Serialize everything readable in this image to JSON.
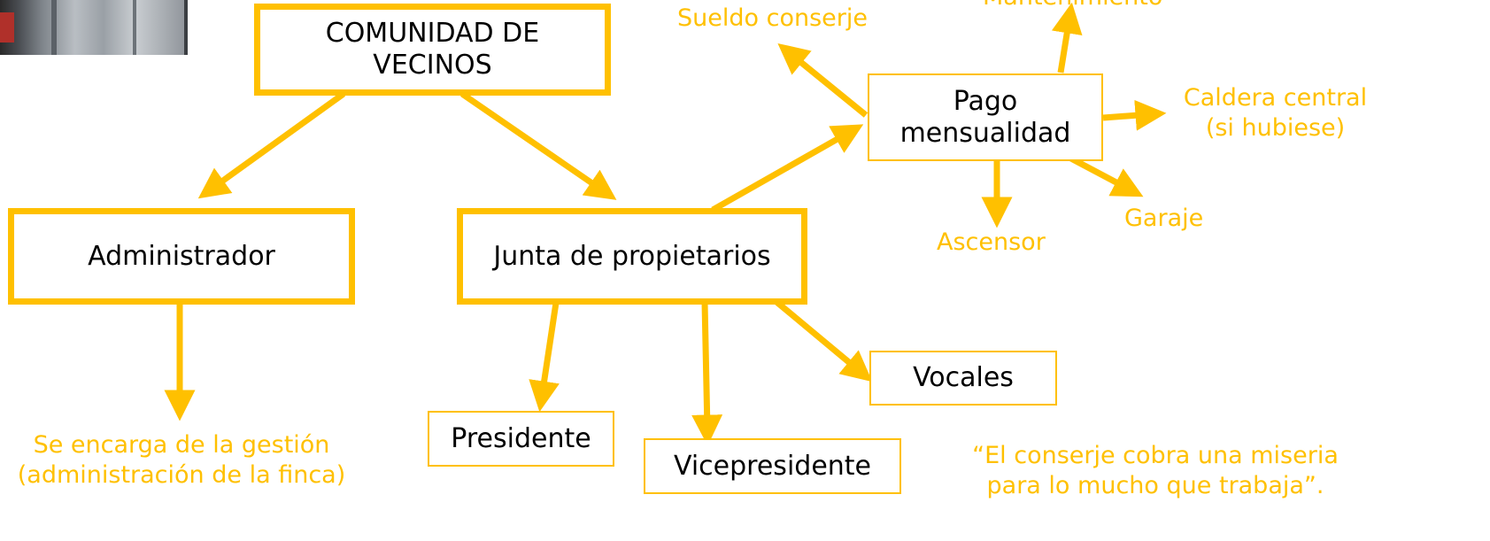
{
  "root": {
    "label_line1": "COMUNIDAD DE",
    "label_line2": "VECINOS"
  },
  "administrador": {
    "label": "Administrador"
  },
  "junta": {
    "label": "Junta de propietarios"
  },
  "pago": {
    "label_line1": "Pago",
    "label_line2": "mensualidad"
  },
  "presidente": {
    "label": "Presidente"
  },
  "vicepresidente": {
    "label": "Vicepresidente"
  },
  "vocales": {
    "label": "Vocales"
  },
  "expenses": {
    "sueldo": "Sueldo conserje",
    "mantenimiento": "Mantenimiento",
    "caldera_line1": "Caldera central",
    "caldera_line2": "(si hubiese)",
    "garaje": "Garaje",
    "ascensor": "Ascensor"
  },
  "admin_note": {
    "line1": "Se encarga de la gestión",
    "line2": "(administración de la finca)"
  },
  "quote": {
    "line1": "“El conserje cobra una miseria",
    "line2": "para lo mucho que trabaja”."
  },
  "colors": {
    "accent": "#ffc000",
    "text": "#000000"
  }
}
